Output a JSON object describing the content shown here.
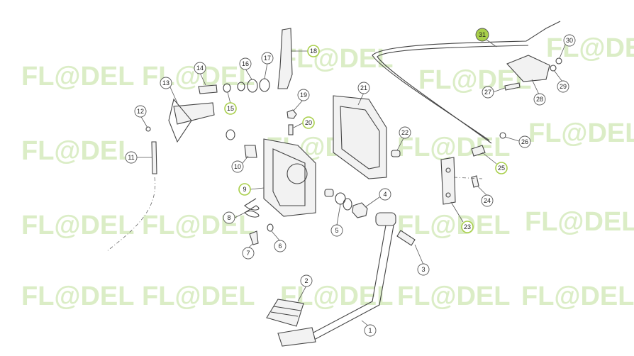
{
  "watermark": {
    "text": "FL@DEL",
    "color": "#cfe8b4"
  },
  "highlight_color": "#a8cf4a",
  "callouts": [
    {
      "id": "c1",
      "label": "1"
    },
    {
      "id": "c2",
      "label": "2"
    },
    {
      "id": "c3",
      "label": "3"
    },
    {
      "id": "c4",
      "label": "4"
    },
    {
      "id": "c5",
      "label": "5"
    },
    {
      "id": "c6",
      "label": "6"
    },
    {
      "id": "c7",
      "label": "7"
    },
    {
      "id": "c8",
      "label": "8"
    },
    {
      "id": "c9",
      "label": "9"
    },
    {
      "id": "c10",
      "label": "10"
    },
    {
      "id": "c11",
      "label": "11"
    },
    {
      "id": "c12",
      "label": "12"
    },
    {
      "id": "c13",
      "label": "13"
    },
    {
      "id": "c14",
      "label": "14"
    },
    {
      "id": "c15",
      "label": "15"
    },
    {
      "id": "c16",
      "label": "16"
    },
    {
      "id": "c17",
      "label": "17"
    },
    {
      "id": "c18",
      "label": "18"
    },
    {
      "id": "c19",
      "label": "19"
    },
    {
      "id": "c20",
      "label": "20"
    },
    {
      "id": "c21",
      "label": "21"
    },
    {
      "id": "c22",
      "label": "22"
    },
    {
      "id": "c23",
      "label": "23"
    },
    {
      "id": "c24",
      "label": "24"
    },
    {
      "id": "c25",
      "label": "25"
    },
    {
      "id": "c26",
      "label": "26"
    },
    {
      "id": "c27",
      "label": "27"
    },
    {
      "id": "c28",
      "label": "28"
    },
    {
      "id": "c29",
      "label": "29"
    },
    {
      "id": "c30",
      "label": "30"
    },
    {
      "id": "c31",
      "label": "31",
      "highlighted": true
    }
  ]
}
